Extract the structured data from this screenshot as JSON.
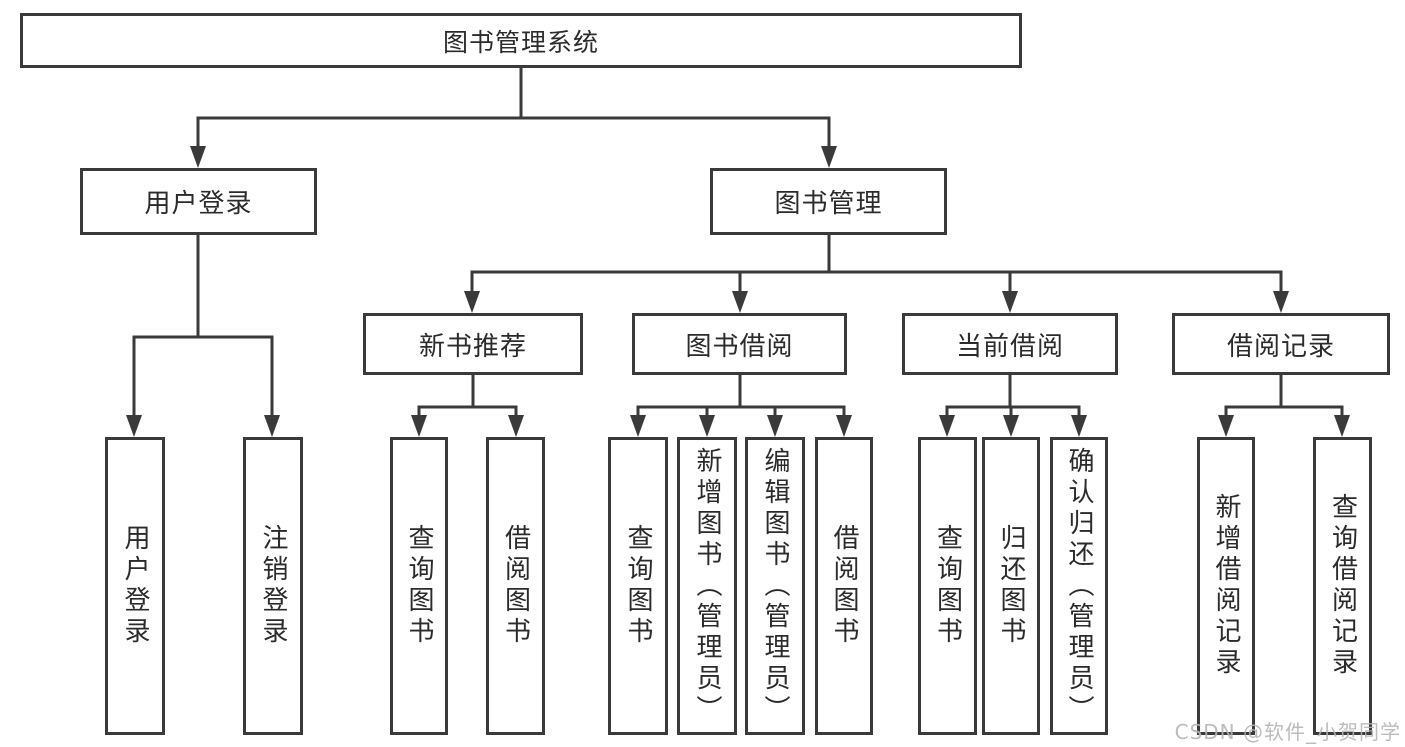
{
  "diagram": {
    "title": "图书管理系统",
    "level2": [
      "用户登录",
      "图书管理"
    ],
    "level3": [
      "新书推荐",
      "图书借阅",
      "当前借阅",
      "借阅记录"
    ],
    "leaves": [
      "用户登录",
      "注销登录",
      "查询图书",
      "借阅图书",
      "查询图书",
      "新增图书（管理员）",
      "编辑图书（管理员）",
      "借阅图书",
      "查询图书",
      "归还图书",
      "确认归还（管理员）",
      "新增借阅记录",
      "查询借阅记录"
    ],
    "watermark": "CSDN @软件_小贺同学",
    "colors": {
      "line": "#3a3a3a",
      "text": "#2b2b2b",
      "watermark": "#b5b5b5",
      "background": "#ffffff"
    }
  }
}
